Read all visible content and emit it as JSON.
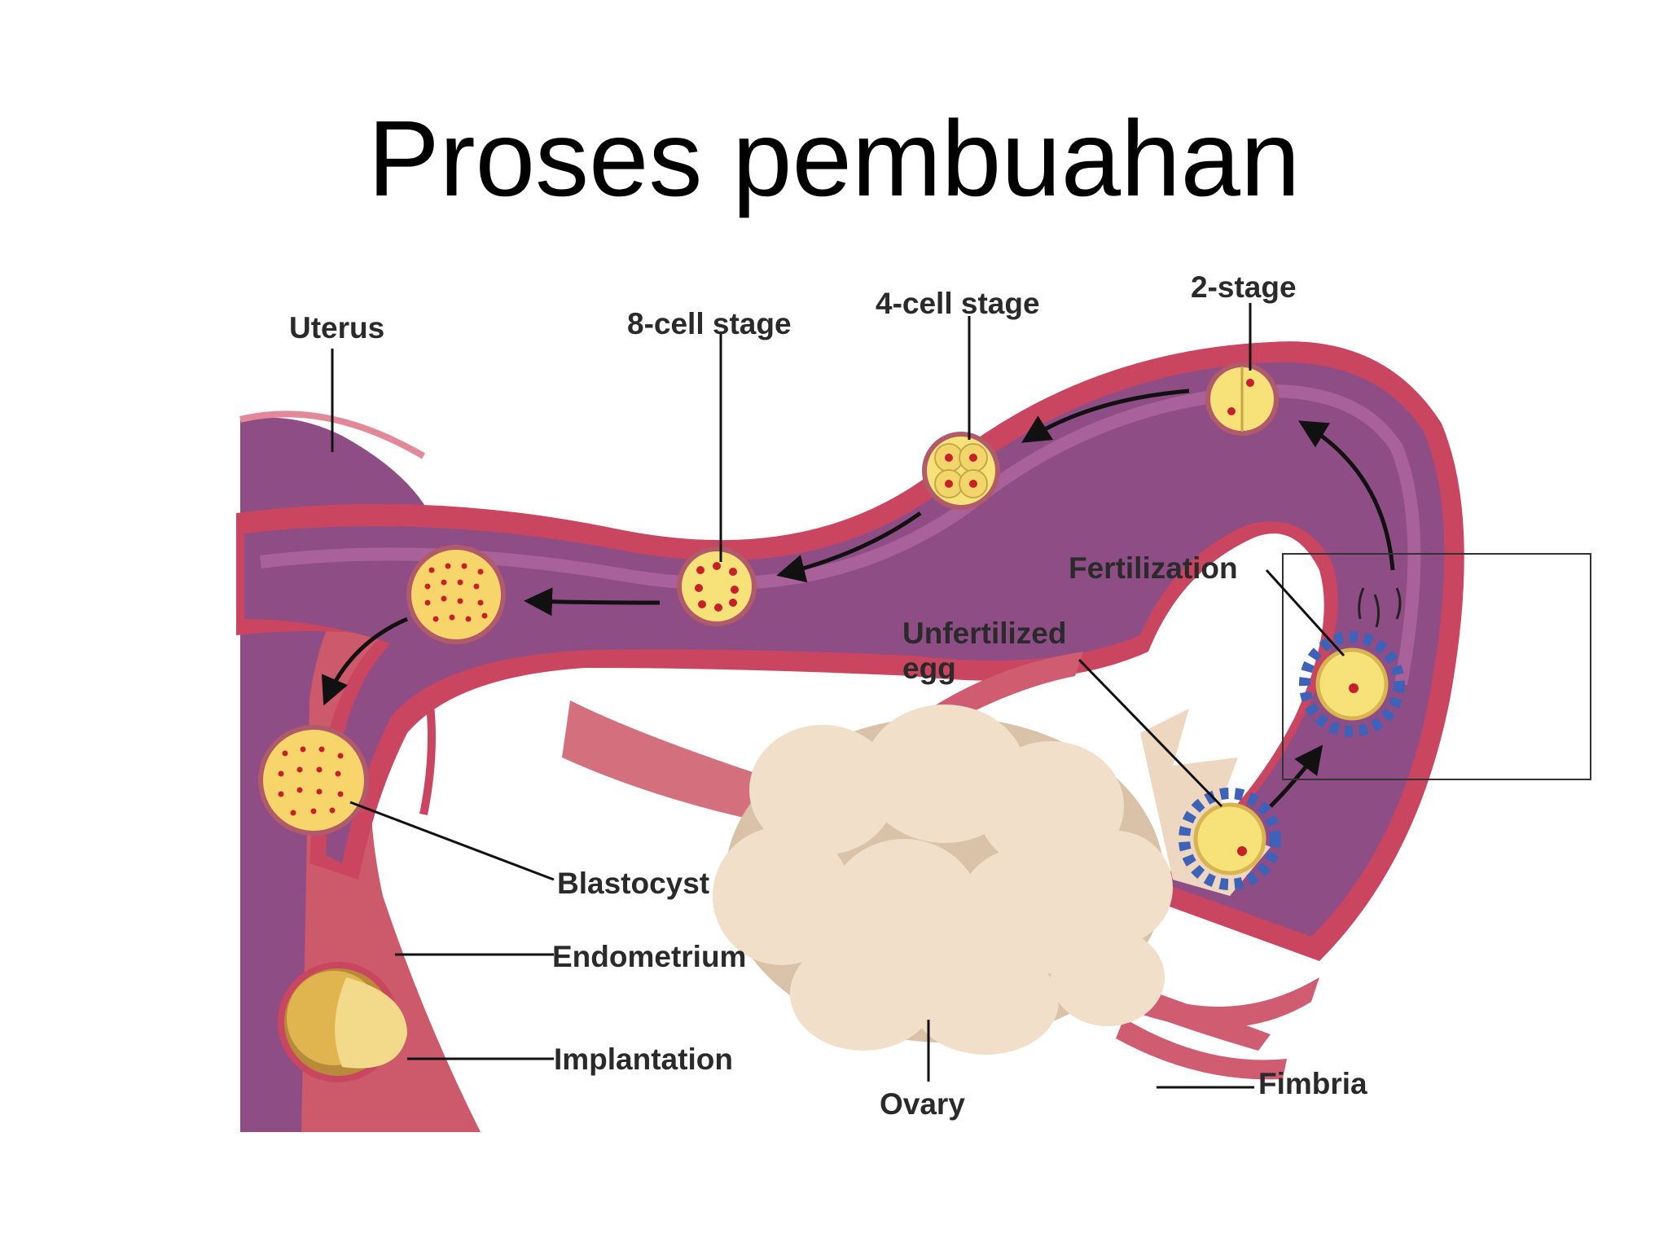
{
  "title": "Proses pembuahan",
  "labels": {
    "uterus": "Uterus",
    "eight_cell": "8-cell stage",
    "four_cell": "4-cell stage",
    "two_stage": "2-stage",
    "fertilization": "Fertilization",
    "unfertilized_line1": "Unfertilized",
    "unfertilized_line2": "egg",
    "blastocyst": "Blastocyst",
    "endometrium": "Endometrium",
    "implantation": "Implantation",
    "ovary": "Ovary",
    "fimbria": "Fimbria"
  },
  "colors": {
    "tube_outer": "#c94560",
    "tube_wall": "#d9627a",
    "tube_lumen": "#8f4d86",
    "uterus_flesh": "#cc5a6a",
    "ovary": "#f1dfca",
    "ovary_shadow": "#d9c2a8",
    "cell_fill": "#f7e27a",
    "cell_rim": "#b05a6a",
    "nucleus": "#c8202a",
    "corona": "#3d62b8"
  }
}
